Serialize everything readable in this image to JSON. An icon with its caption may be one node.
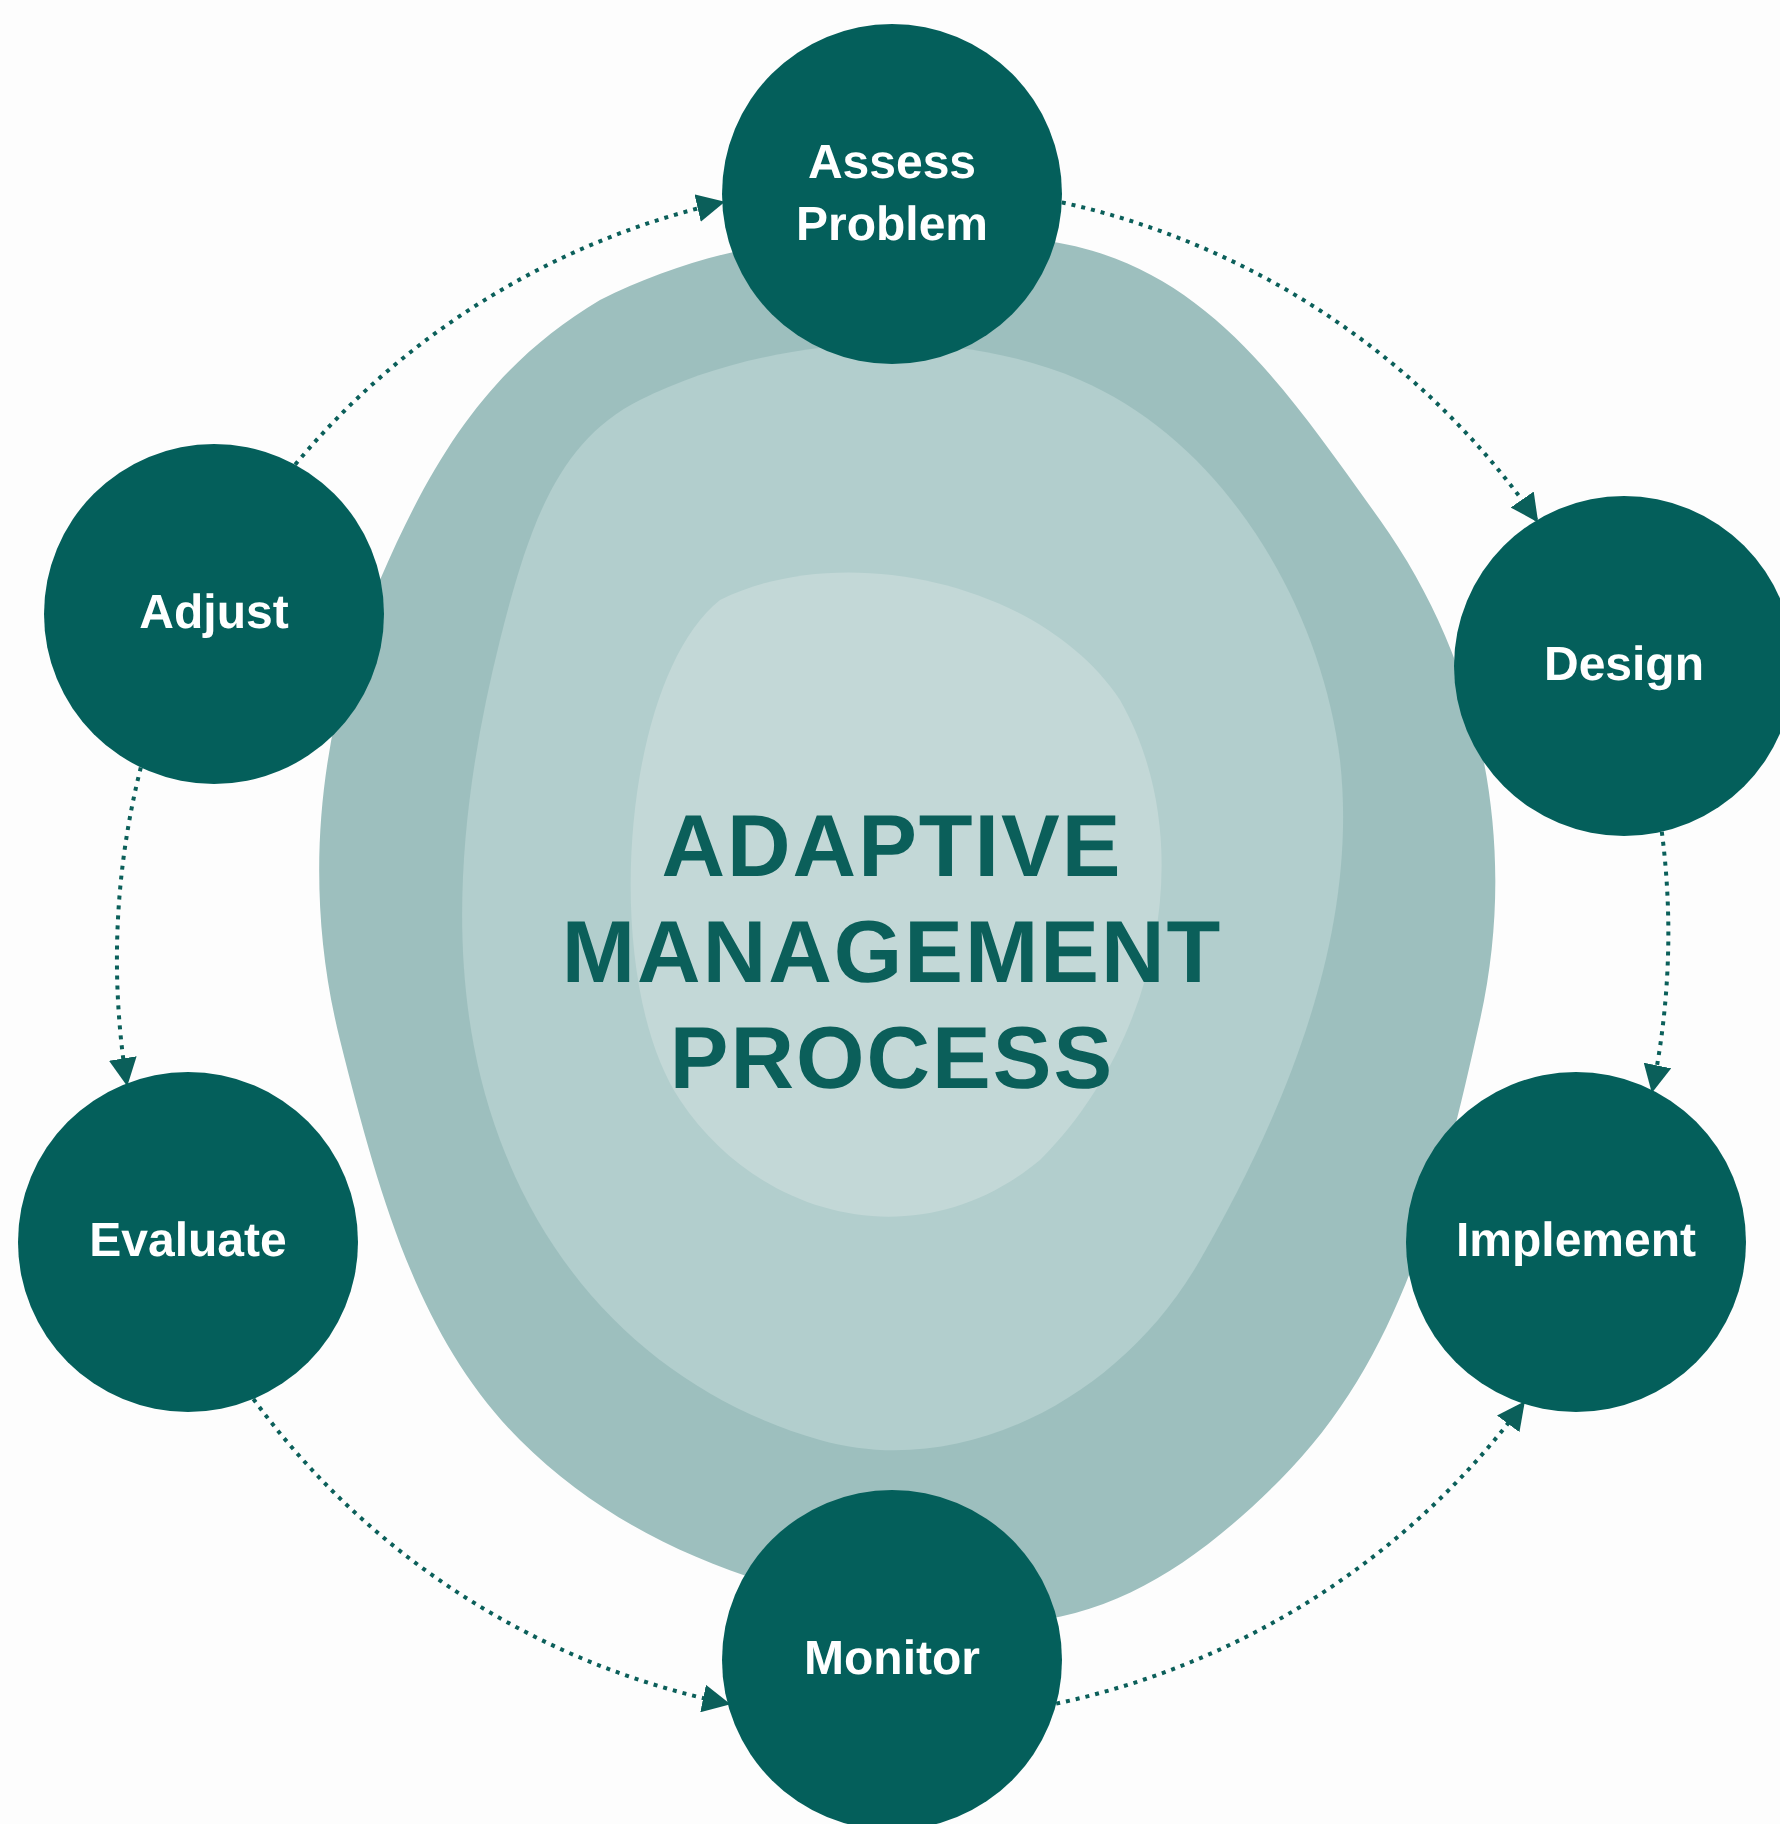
{
  "diagram": {
    "title": "ADAPTIVE MANAGEMENT PROCESS",
    "nodes": [
      {
        "text": [
          "Assess Problem"
        ]
      },
      {
        "text": [
          "Design"
        ]
      },
      {
        "text": [
          "Implement"
        ]
      },
      {
        "text": [
          "Monitor"
        ]
      },
      {
        "text": [
          "Evaluate"
        ]
      },
      {
        "text": [
          "Adjust"
        ]
      }
    ],
    "edges": [
      {
        "from": 0,
        "to": 1,
        "arrow": "to",
        "style": "dashed"
      },
      {
        "from": 1,
        "to": 2,
        "arrow": "to",
        "style": "dashed"
      },
      {
        "from": 3,
        "to": 2,
        "arrow": "to",
        "style": "dashed"
      },
      {
        "from": 4,
        "to": 3,
        "arrow": "to",
        "style": "dashed"
      },
      {
        "from": 5,
        "to": 4,
        "arrow": "to",
        "style": "dashed"
      },
      {
        "from": 5,
        "to": 0,
        "arrow": "to",
        "style": "dashed"
      }
    ]
  }
}
